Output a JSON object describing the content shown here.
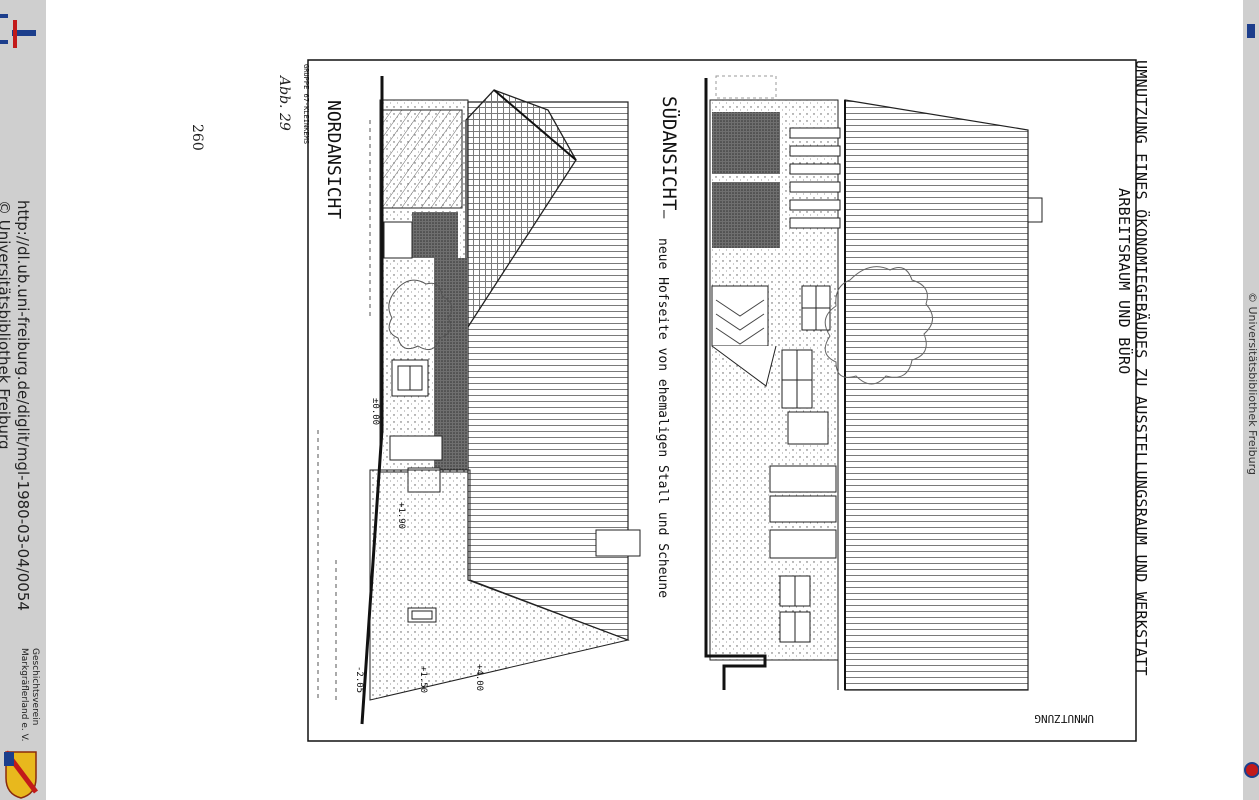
{
  "left_bar": {
    "url_lines": [
      "http://dl.ub.uni-freiburg.de/diglit/mgl-1980-03-04/0054",
      "© Universitätsbibliothek Freiburg"
    ],
    "society_lines": [
      "Geschichtsverein",
      "Markgräflerland e. V."
    ],
    "logo_icon": "coat-of-arms-icon",
    "top_icon": "library-logo-icon"
  },
  "right_bar": {
    "text": "© Universitätsbibliothek Freiburg"
  },
  "page": {
    "page_number": "260",
    "figure_label": "Abb. 29",
    "header_line1": "UMNUTZUNG EINES ÖKONOMIEGEBÄUDES ZU AUSSTELLUNGSRAUM UND WERKSTATT",
    "header_line2": "ARBEITSRAUM UND BÜRO",
    "corner_label": "UMNUTZUNG",
    "south_view_title": "SÜDANSICHT",
    "south_view_dash": "–",
    "south_view_subtitle": "neue Hofseite von ehemaligen Stall und Scheune",
    "north_view_title": "NORDANSICHT",
    "group_label": "GRUPPE 67·KLEINKEMS",
    "dimensions": [
      "±0.00",
      "+1.90",
      "+4.00",
      "+1.50",
      "-2.05"
    ]
  },
  "colors": {
    "sidebar": "#cfcfcf",
    "ink": "#111111",
    "paper": "#ffffff",
    "hatch": "#9a9a9a"
  }
}
